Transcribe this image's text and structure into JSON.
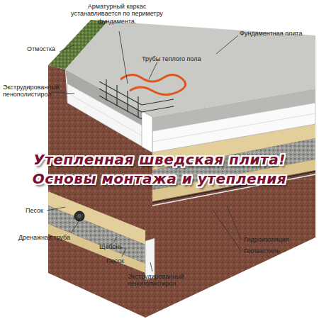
{
  "diagram": {
    "title": "Утепленная шведская плита! Основы монтажа и утепления",
    "labels": [
      "Арматурный каркас устанавливается по периметру фундамента.",
      "Фундаментная плита",
      "Отмостка",
      "Трубы теплого пола",
      "Экструдированный пенополистирол",
      "Песок",
      "Дренажная труба",
      "Щебень",
      "Песок",
      "Экструдированный пенополистирол",
      "Гидроизоляция",
      "Геотекстиль"
    ]
  }
}
